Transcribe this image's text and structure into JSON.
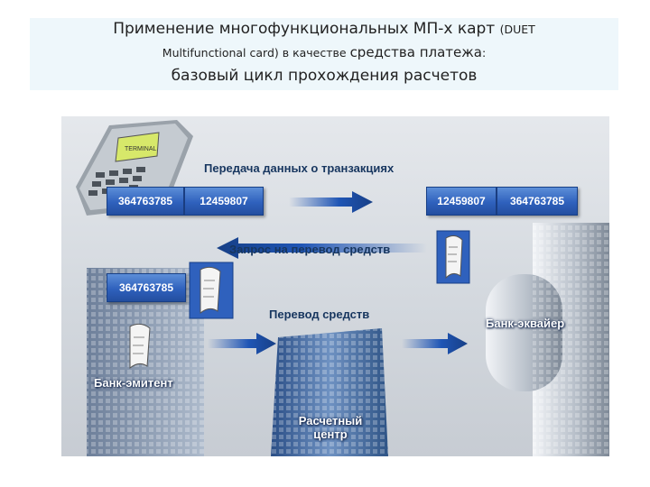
{
  "title": {
    "line1_a": "Применение многофункциональных МП-х карт ",
    "line1_b": "(DUET",
    "line2_a": "Multifunctional card) в качестве ",
    "line2_b": "средства платежа",
    "line2_c": ":",
    "line3": "базовый цикл прохождения расчетов"
  },
  "diagram": {
    "label_transfer_data": "Передача данных о транзакциях",
    "label_request": "Запрос на перевод средств",
    "label_transfer_funds": "Перевод средств",
    "bank_acquirer": "Банк-эквайер",
    "bank_issuer": "Банк-эмитент",
    "settlement_line1": "Расчетный",
    "settlement_line2": "центр",
    "terminal_bar": [
      "364763785",
      "12459807"
    ],
    "acquirer_bar": [
      "12459807",
      "364763785"
    ],
    "issuer_bar": "364763785",
    "terminal_screen": "TERMINAL"
  },
  "colors": {
    "bar_blue": "#2f61bd",
    "arrow_blue": "#1f55b5",
    "label_dark": "#17365f"
  },
  "icons": [
    "pos-terminal-icon",
    "document-scroll-icon",
    "arrow-icon"
  ]
}
